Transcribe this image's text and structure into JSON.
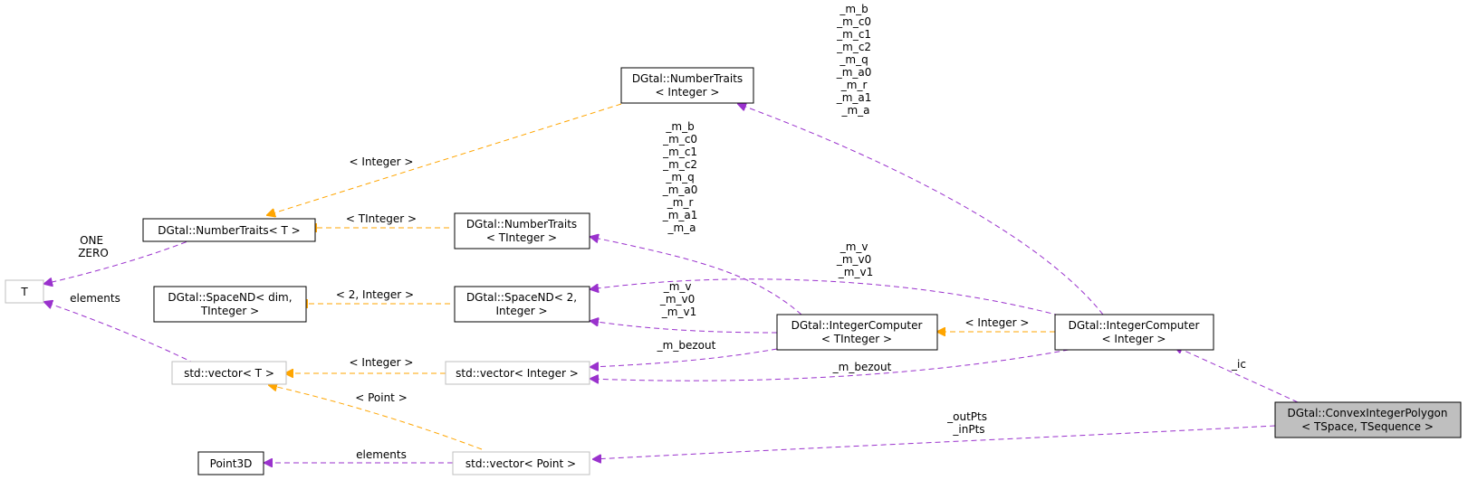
{
  "nodes": {
    "convex_polygon": {
      "line1": "DGtal::ConvexIntegerPolygon",
      "line2": "< TSpace, TSequence >"
    },
    "integer_computer_integer": {
      "line1": "DGtal::IntegerComputer",
      "line2": "< Integer >"
    },
    "integer_computer_tinteger": {
      "line1": "DGtal::IntegerComputer",
      "line2": "< TInteger >"
    },
    "number_traits_integer": {
      "line1": "DGtal::NumberTraits",
      "line2": "< Integer >"
    },
    "number_traits_tinteger": {
      "line1": "DGtal::NumberTraits",
      "line2": "< TInteger >"
    },
    "number_traits_t": {
      "line1": "DGtal::NumberTraits< T >"
    },
    "space_nd_2": {
      "line1": "DGtal::SpaceND< 2,",
      "line2": "Integer >"
    },
    "space_nd_dim": {
      "line1": "DGtal::SpaceND< dim,",
      "line2": "TInteger >"
    },
    "vector_integer": {
      "line1": "std::vector< Integer >"
    },
    "vector_t": {
      "line1": "std::vector< T >"
    },
    "vector_point": {
      "line1": "std::vector< Point >"
    },
    "t": {
      "line1": "T"
    },
    "point3d": {
      "line1": "Point3D"
    }
  },
  "edge_labels": {
    "ic": [
      "_ic"
    ],
    "pts": [
      "_outPts",
      "_inPts"
    ],
    "nt_integer_members": [
      "_m_b",
      "_m_c0",
      "_m_c1",
      "_m_c2",
      "_m_q",
      "_m_a0",
      "_m_r",
      "_m_a1",
      "_m_a"
    ],
    "nt_tinteger_members": [
      "_m_b",
      "_m_c0",
      "_m_c1",
      "_m_c2",
      "_m_q",
      "_m_a0",
      "_m_r",
      "_m_a1",
      "_m_a"
    ],
    "space_integer_members": [
      "_m_v",
      "_m_v0",
      "_m_v1"
    ],
    "space_tinteger_members": [
      "_m_v",
      "_m_v0",
      "_m_v1"
    ],
    "bezout_tinteger": [
      "_m_bezout"
    ],
    "bezout_integer": [
      "_m_bezout"
    ],
    "tmpl_integer_ic": [
      "< Integer >"
    ],
    "tmpl_nt_integer": [
      "< Integer >"
    ],
    "tmpl_nt_tinteger": [
      "< TInteger >"
    ],
    "tmpl_space": [
      "< 2, Integer >"
    ],
    "tmpl_vector_integer": [
      "< Integer >"
    ],
    "tmpl_vector_point": [
      "< Point >"
    ],
    "one_zero": [
      "ONE",
      "ZERO"
    ],
    "elements_t": [
      "elements"
    ],
    "elements_point3d": [
      "elements"
    ]
  },
  "colors": {
    "member_edge": "#9a32cd",
    "template_edge": "#ffa500",
    "focus_fill": "#bfbfbf",
    "gray_border": "#bfbfbf"
  }
}
